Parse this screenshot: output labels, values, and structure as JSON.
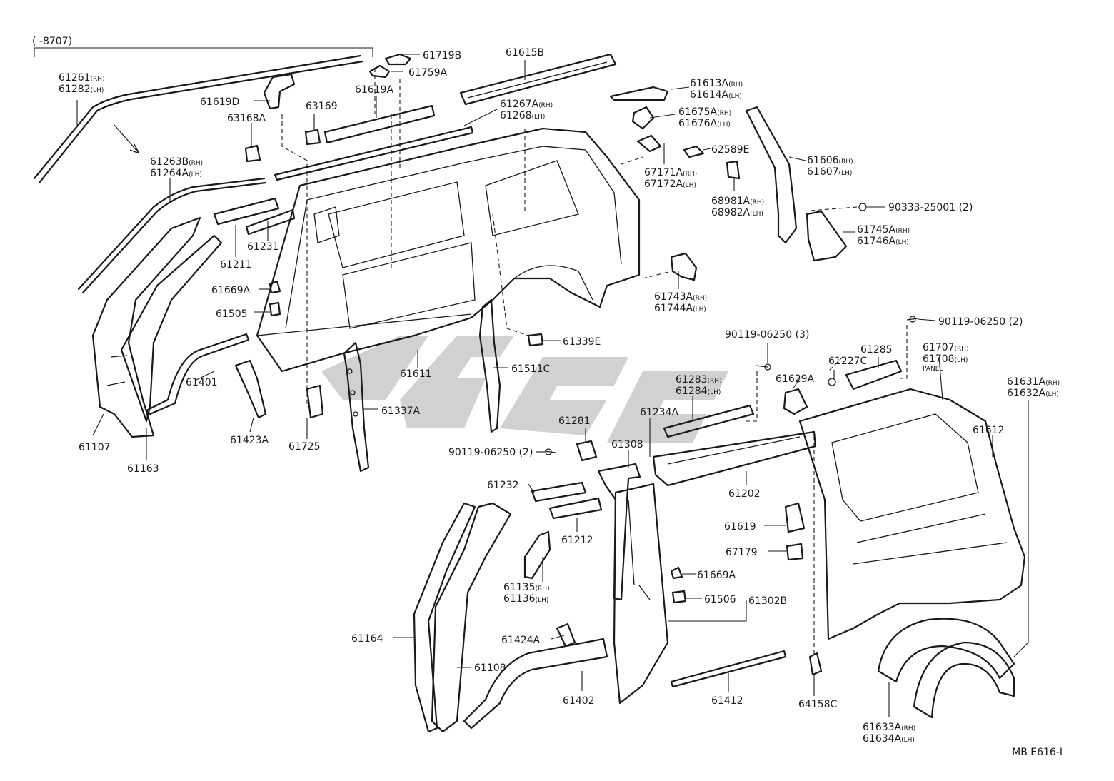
{
  "header": {
    "date_range": "(      -8707)"
  },
  "footer": {
    "figure_code": "MB E616-I"
  },
  "labels": [
    {
      "id": "l61261",
      "code": "61261",
      "rh": "(RH)",
      "line2": "61282",
      "lh": "(LH)"
    },
    {
      "id": "l61619D",
      "code": "61619D"
    },
    {
      "id": "l61719B",
      "code": "61719B"
    },
    {
      "id": "l61759A",
      "code": "61759A"
    },
    {
      "id": "l61615B",
      "code": "61615B"
    },
    {
      "id": "l61619A",
      "code": "61619A"
    },
    {
      "id": "l63169",
      "code": "63169"
    },
    {
      "id": "l63168A",
      "code": "63168A"
    },
    {
      "id": "l61267A",
      "code": "61267A",
      "rh": "(RH)",
      "line2": "61268",
      "lh": "(LH)"
    },
    {
      "id": "l61613A",
      "code": "61613A",
      "rh": "(RH)",
      "line2": "61614A",
      "lh": "(LH)"
    },
    {
      "id": "l61675A",
      "code": "61675A",
      "rh": "(RH)",
      "line2": "61676A",
      "lh": "(LH)"
    },
    {
      "id": "l62589E",
      "code": "62589E"
    },
    {
      "id": "l67171A",
      "code": "67171A",
      "rh": "(RH)",
      "line2": "67172A",
      "lh": "(LH)"
    },
    {
      "id": "l61606",
      "code": "61606",
      "rh": "(RH)",
      "line2": "61607",
      "lh": "(LH)"
    },
    {
      "id": "l68981A",
      "code": "68981A",
      "rh": "(RH)",
      "line2": "68982A",
      "lh": "(LH)"
    },
    {
      "id": "l90333",
      "code": "90333-25001 (2)"
    },
    {
      "id": "l61745A",
      "code": "61745A",
      "rh": "(RH)",
      "line2": "61746A",
      "lh": "(LH)"
    },
    {
      "id": "l61263B",
      "code": "61263B",
      "rh": "(RH)",
      "line2": "61264A",
      "lh": "(LH)"
    },
    {
      "id": "l61231",
      "code": "61231"
    },
    {
      "id": "l61211",
      "code": "61211"
    },
    {
      "id": "l61669A_top",
      "code": "61669A"
    },
    {
      "id": "l61505",
      "code": "61505"
    },
    {
      "id": "l61743A",
      "code": "61743A",
      "rh": "(RH)",
      "line2": "61744A",
      "lh": "(LH)"
    },
    {
      "id": "l90119_2a",
      "code": "90119-06250 (2)"
    },
    {
      "id": "l61339E",
      "code": "61339E"
    },
    {
      "id": "l90119_3",
      "code": "90119-06250 (3)"
    },
    {
      "id": "l61707",
      "code": "61707",
      "rh": "(RH)",
      "line2": "61708",
      "lh": "(LH)",
      "line3": "PANEL"
    },
    {
      "id": "l61401",
      "code": "61401"
    },
    {
      "id": "l61611",
      "code": "61611"
    },
    {
      "id": "l61511C",
      "code": "61511C"
    },
    {
      "id": "l61227C",
      "code": "61227C"
    },
    {
      "id": "l61285",
      "code": "61285"
    },
    {
      "id": "l61283",
      "code": "61283",
      "rh": "(RH)",
      "line2": "61284",
      "lh": "(LH)"
    },
    {
      "id": "l61629A",
      "code": "61629A"
    },
    {
      "id": "l61631A",
      "code": "61631A",
      "rh": "(RH)",
      "line2": "61632A",
      "lh": "(LH)"
    },
    {
      "id": "l61107",
      "code": "61107"
    },
    {
      "id": "l61163",
      "code": "61163"
    },
    {
      "id": "l61423A",
      "code": "61423A"
    },
    {
      "id": "l61725",
      "code": "61725"
    },
    {
      "id": "l61337A",
      "code": "61337A"
    },
    {
      "id": "l61281",
      "code": "61281"
    },
    {
      "id": "l61234A",
      "code": "61234A"
    },
    {
      "id": "l61612",
      "code": "61612"
    },
    {
      "id": "l90119_2b",
      "code": "90119-06250 (2)"
    },
    {
      "id": "l61308",
      "code": "61308"
    },
    {
      "id": "l61202",
      "code": "61202"
    },
    {
      "id": "l61232",
      "code": "61232"
    },
    {
      "id": "l61212",
      "code": "61212"
    },
    {
      "id": "l61619",
      "code": "61619"
    },
    {
      "id": "l67179",
      "code": "67179"
    },
    {
      "id": "l61135",
      "code": "61135",
      "rh": "(RH)",
      "line2": "61136",
      "lh": "(LH)"
    },
    {
      "id": "l61669A_bot",
      "code": "61669A"
    },
    {
      "id": "l61506",
      "code": "61506"
    },
    {
      "id": "l61302B",
      "code": "61302B"
    },
    {
      "id": "l61164",
      "code": "61164"
    },
    {
      "id": "l61424A",
      "code": "61424A"
    },
    {
      "id": "l61108",
      "code": "61108"
    },
    {
      "id": "l61402",
      "code": "61402"
    },
    {
      "id": "l61412",
      "code": "61412"
    },
    {
      "id": "l64158C",
      "code": "64158C"
    },
    {
      "id": "l61633A",
      "code": "61633A",
      "rh": "(RH)",
      "line2": "61634A",
      "lh": "(LH)"
    }
  ]
}
